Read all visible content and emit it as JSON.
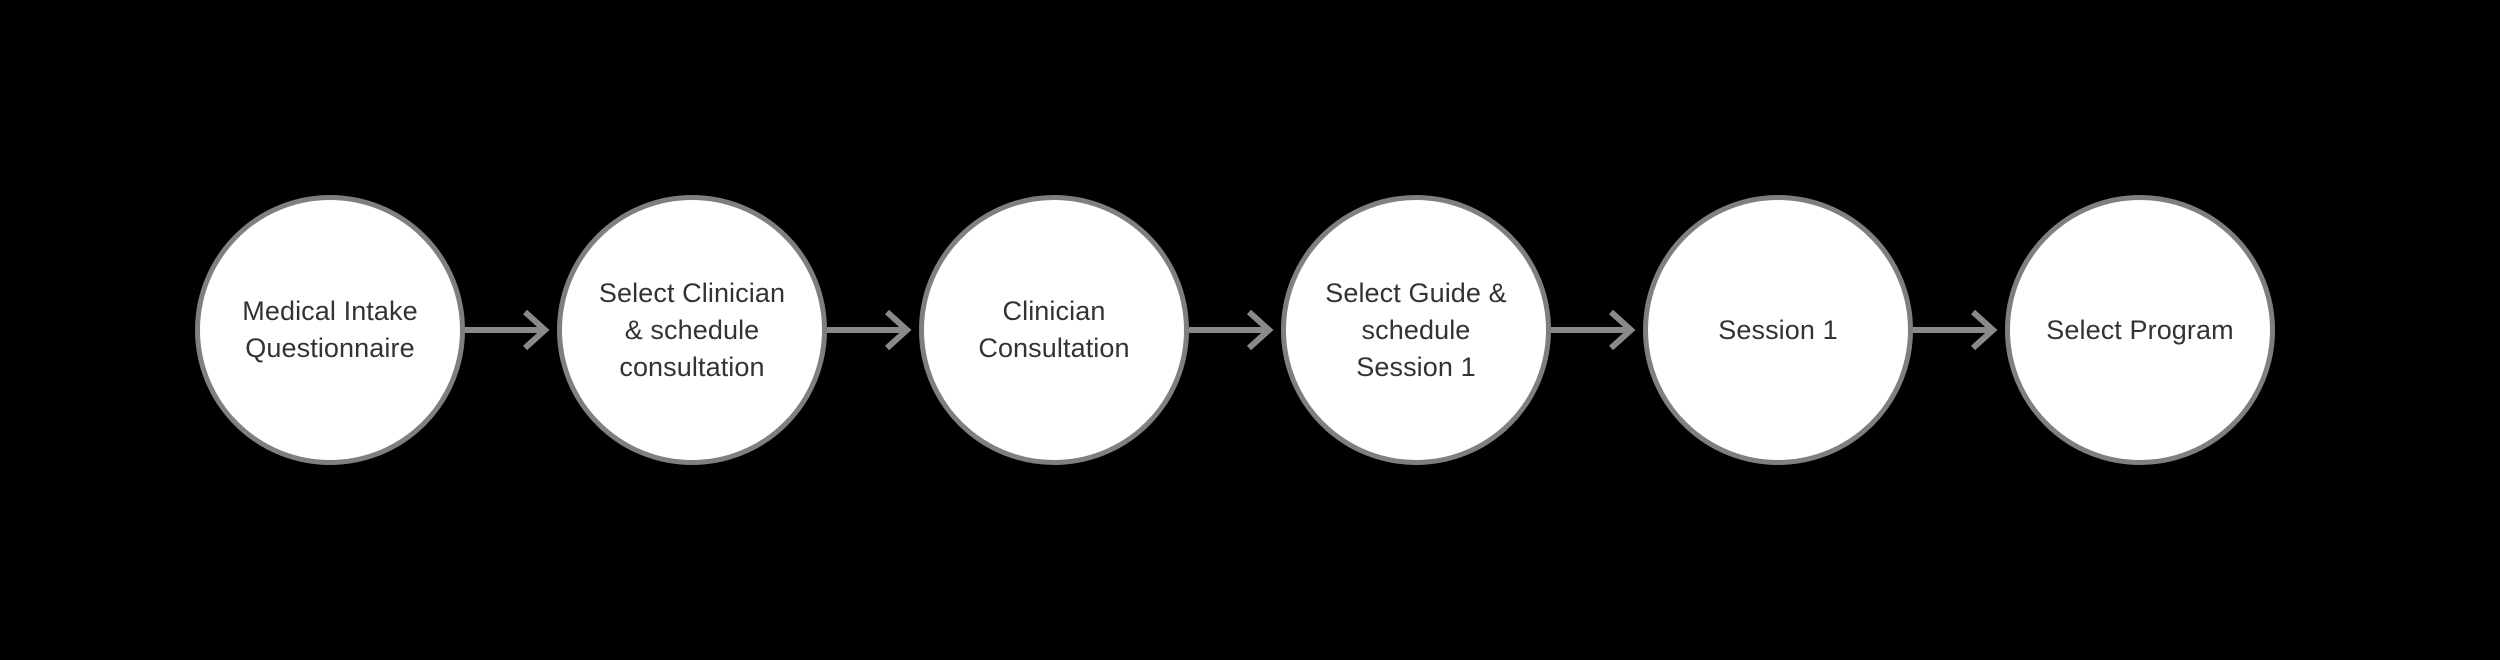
{
  "diagram": {
    "type": "flowchart",
    "orientation": "horizontal",
    "background_color": "#000000",
    "node_fill_color": "#ffffff",
    "node_border_color": "#7f7f7f",
    "connector_color": "#8a8a8a",
    "label_color": "#333333",
    "nodes": [
      {
        "id": "step-1",
        "label": "Medical Intake\nQuestionnaire"
      },
      {
        "id": "step-2",
        "label": "Select Clinician\n& schedule\nconsultation"
      },
      {
        "id": "step-3",
        "label": "Clinician\nConsultation"
      },
      {
        "id": "step-4",
        "label": "Select Guide &\nschedule\nSession 1"
      },
      {
        "id": "step-5",
        "label": "Session 1"
      },
      {
        "id": "step-6",
        "label": "Select Program"
      }
    ],
    "connectors": [
      {
        "id": "arrow-1",
        "from": "step-1",
        "to": "step-2",
        "icon": "arrow-right-icon"
      },
      {
        "id": "arrow-2",
        "from": "step-2",
        "to": "step-3",
        "icon": "arrow-right-icon"
      },
      {
        "id": "arrow-3",
        "from": "step-3",
        "to": "step-4",
        "icon": "arrow-right-icon"
      },
      {
        "id": "arrow-4",
        "from": "step-4",
        "to": "step-5",
        "icon": "arrow-right-icon"
      },
      {
        "id": "arrow-5",
        "from": "step-5",
        "to": "step-6",
        "icon": "arrow-right-icon"
      }
    ]
  }
}
